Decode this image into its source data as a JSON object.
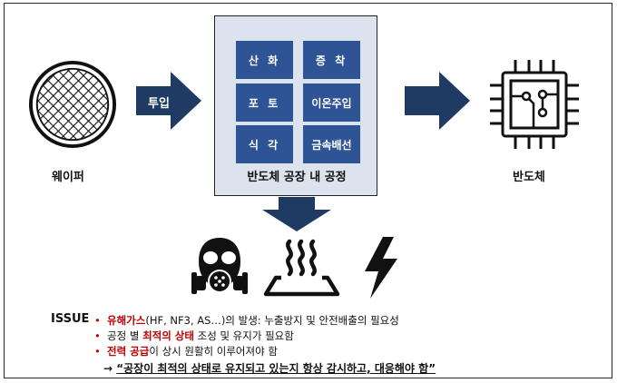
{
  "flow": {
    "wafer_label": "웨이퍼",
    "input_arrow_label": "투입",
    "chip_label": "반도체"
  },
  "factory": {
    "title": "반도체 공장 내 공정",
    "processes": [
      "산 화",
      "증 착",
      "포 토",
      "이온주입",
      "식 각",
      "금속배선"
    ]
  },
  "hazard_icons": [
    "gas-mask-icon",
    "heat-icon",
    "lightning-icon"
  ],
  "issue": {
    "title": "ISSUE",
    "bullet_marker": "•",
    "items": [
      {
        "highlight": "유해가스",
        "rest": "(HF, NF3, AS…)의 발생: 누출방지 및 안전배출의 필요성"
      },
      {
        "prefix": "공정 별 ",
        "highlight": "최적의 상태",
        "rest": " 조성 및 유지가 필요함"
      },
      {
        "highlight": "전력 공급",
        "rest": "이 상시 원활히 이루어져야 함"
      }
    ],
    "conclusion_arrow": "→",
    "conclusion": "“공장이 최적의 상태로 유지되고 있는지 항상 감시하고, 대응해야 함”"
  },
  "colors": {
    "process_box": "#2f5496",
    "factory_bg": "#dbe3ef",
    "arrow": "#1f3b63",
    "highlight": "#c00000"
  }
}
